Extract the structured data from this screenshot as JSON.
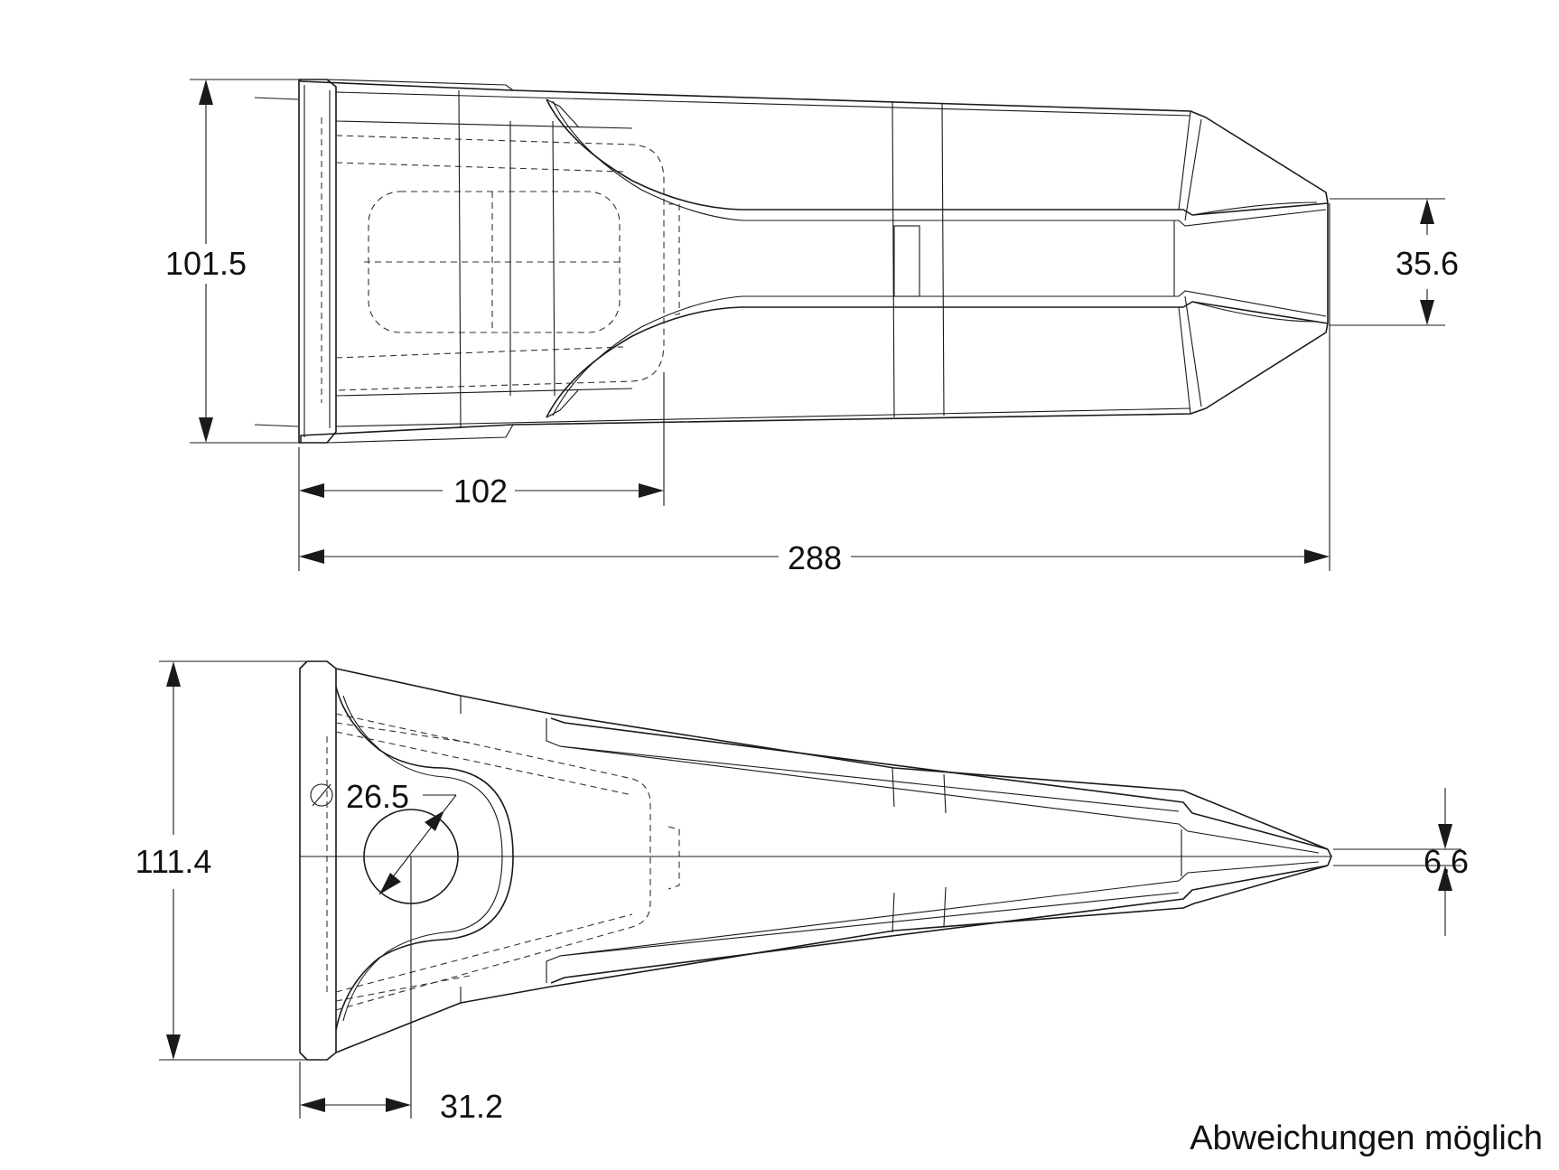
{
  "dimensions": {
    "top_view": {
      "height_left": "101.5",
      "tip_height": "35.6",
      "pocket_depth": "102",
      "overall_length": "288"
    },
    "side_view": {
      "height": "111.4",
      "pin_hole_diameter": "26.5",
      "pin_hole_offset": "31.2",
      "tip_thickness": "6.6"
    }
  },
  "note": "Abweichungen möglich"
}
